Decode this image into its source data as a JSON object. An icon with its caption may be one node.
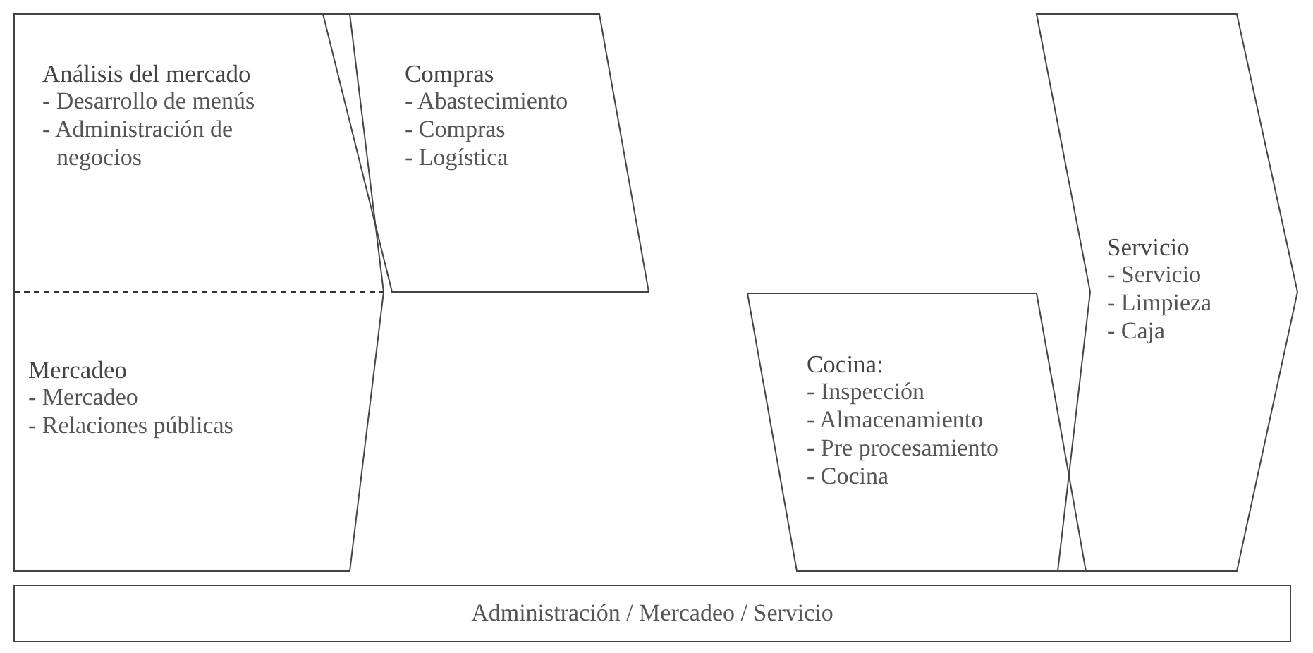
{
  "diagram": {
    "nodes": [
      {
        "text": [
          "Análisis del mercado",
          "- Desarrollo de menús",
          "- Administración de negocios"
        ]
      },
      {
        "text": [
          "Mercadeo",
          "- Mercadeo",
          "- Relaciones públicas"
        ]
      },
      {
        "text": [
          "Compras",
          "- Abastecimiento",
          "- Compras",
          "- Logística"
        ]
      },
      {
        "text": [
          "Cocina:",
          "- Inspección",
          "- Almacenamiento",
          "- Pre procesamiento",
          "- Cocina"
        ]
      },
      {
        "text": [
          "Servicio",
          "- Servicio",
          "- Limpieza",
          "- Caja"
        ]
      },
      {
        "text": [
          "Administración / Mercadeo / Servicio"
        ]
      }
    ]
  }
}
